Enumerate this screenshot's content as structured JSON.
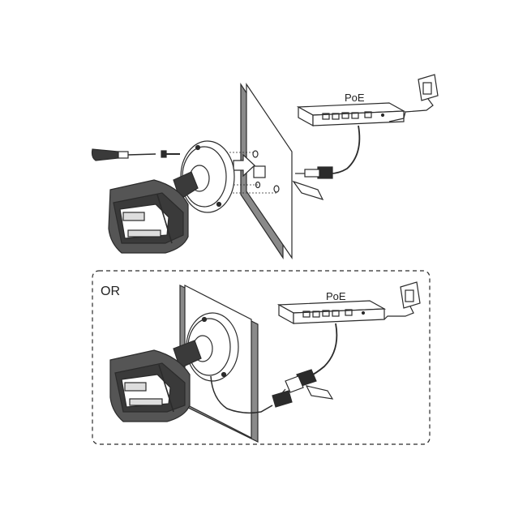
{
  "top_scene": {
    "switch_label": "PoE"
  },
  "bottom_scene": {
    "or_label": "OR",
    "switch_label": "PoE"
  },
  "colors": {
    "line": "#2b2b2b",
    "wall_face": "#ffffff",
    "wall_edge": "#8a8a8a",
    "camera_body": "#555555",
    "camera_dark": "#3a3a3a"
  }
}
